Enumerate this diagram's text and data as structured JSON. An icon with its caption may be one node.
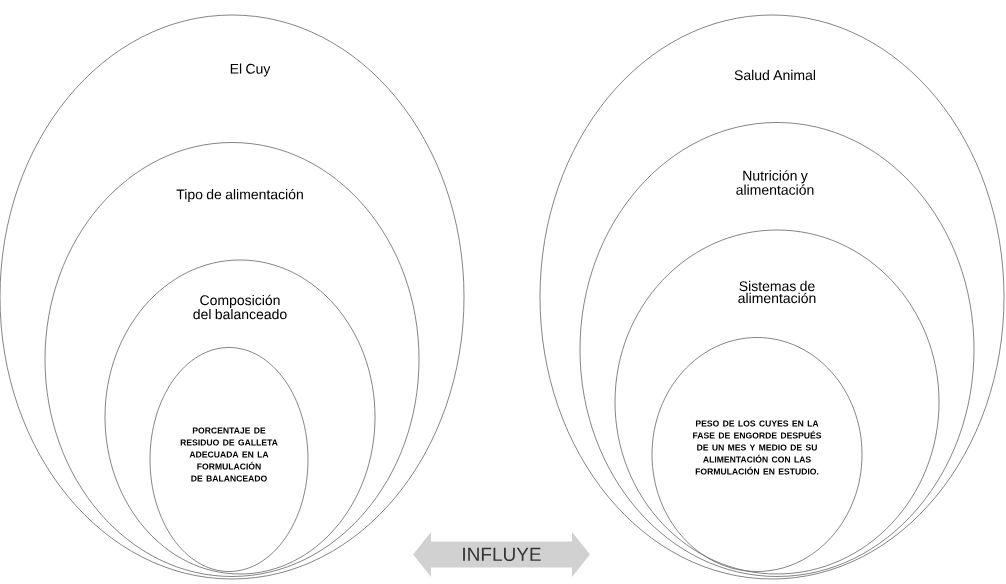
{
  "diagram": {
    "nodes": [
      {
        "text": [
          "El Cuy"
        ]
      },
      {
        "text": [
          "Tipo de alimentación"
        ],
        "in": 0
      },
      {
        "text": [
          "Composición del balanceado"
        ],
        "in": 1
      },
      {
        "text": [
          "PORCENTAJE DE RESIDUO DE GALLETA ADECUADA EN LA FORMULACIÓN DE BALANCEADO"
        ],
        "in": 2
      },
      {
        "text": [
          "Salud Animal"
        ]
      },
      {
        "text": [
          "Nutrición y alimentación"
        ],
        "in": 4
      },
      {
        "text": [
          "Sistemas de alimentación"
        ],
        "in": 5
      },
      {
        "text": [
          "PESO DE LOS CUYES EN LA FASE DE ENGORDE DESPUÉS DE UN MES Y MEDIO DE SU ALIMENTACIÓN CON LAS FORMULACIÓN EN ESTUDIO."
        ],
        "in": 6
      }
    ],
    "edges": [
      {
        "from": 0,
        "to": 4,
        "arrow": "both",
        "label": "INFLUYE"
      }
    ]
  }
}
